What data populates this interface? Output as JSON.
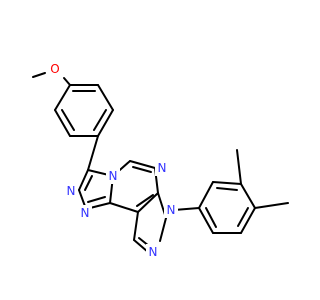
{
  "structure": {
    "label_colors": {
      "N": "#3333ff",
      "O": "#ff0000"
    },
    "atom_labels": {
      "o1": "O",
      "n_tri_a": "N",
      "n_tri_b": "N",
      "n_tri_c": "N",
      "n_pyrim": "N",
      "n_pz_b": "N",
      "n_pz_a": "N"
    }
  }
}
